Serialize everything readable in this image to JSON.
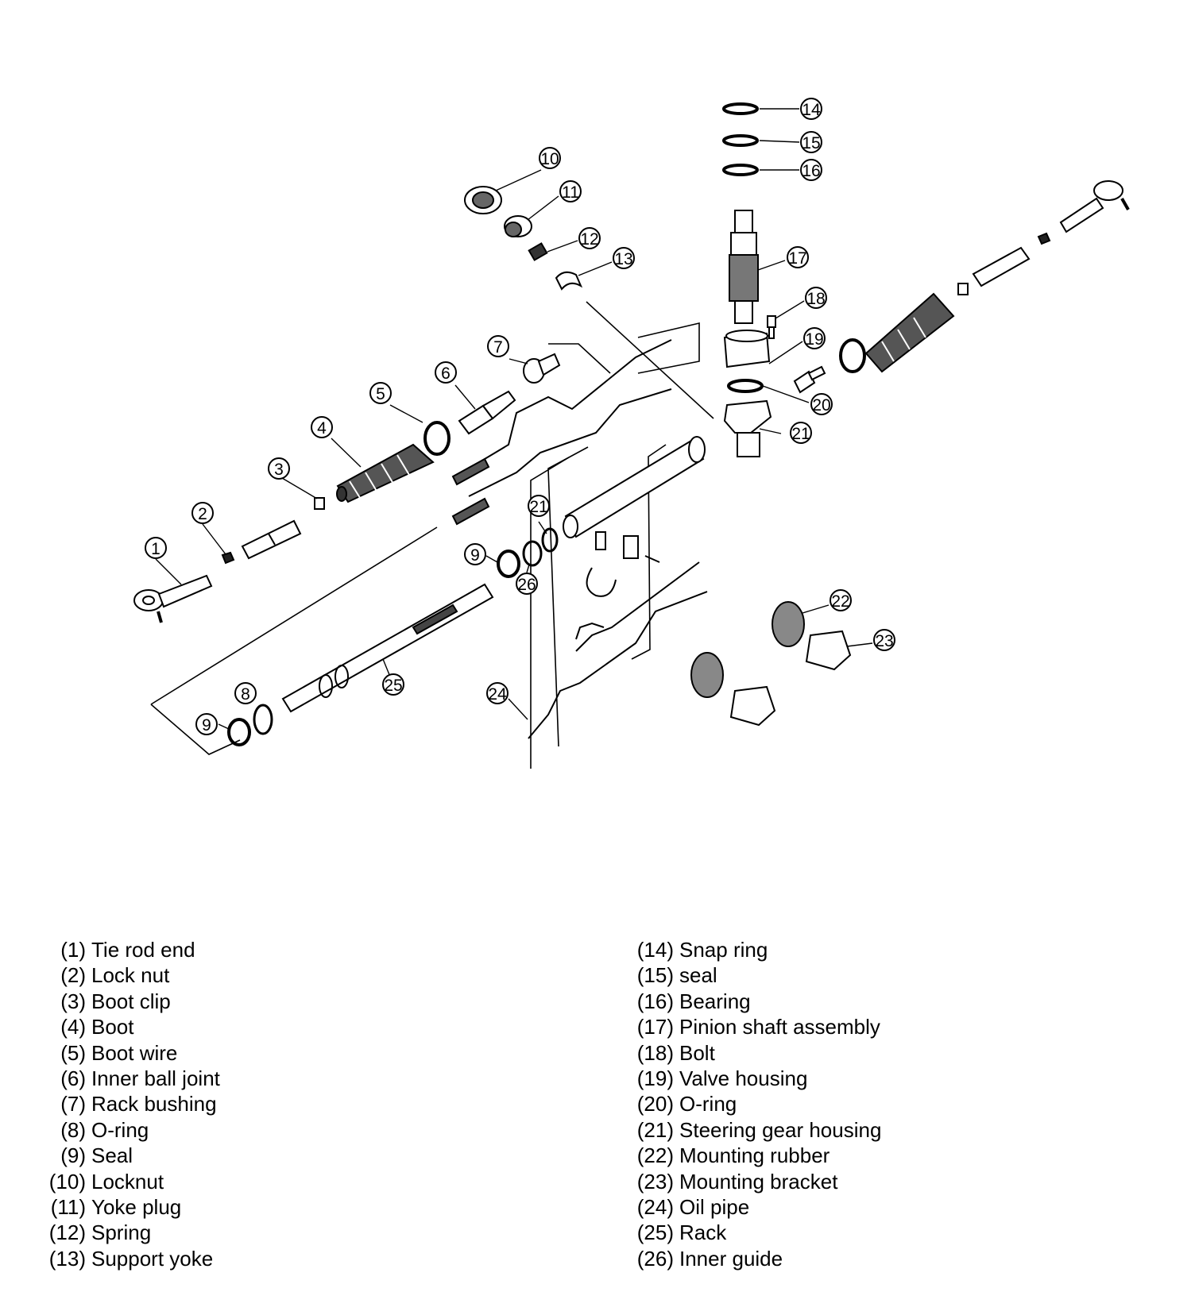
{
  "callouts": [
    "1",
    "2",
    "3",
    "4",
    "5",
    "6",
    "7",
    "8",
    "9",
    "10",
    "11",
    "12",
    "13",
    "14",
    "15",
    "16",
    "17",
    "18",
    "19",
    "20",
    "21",
    "22",
    "23",
    "24",
    "25",
    "26"
  ],
  "legend": {
    "left": [
      {
        "num": "(1)",
        "label": "Tie rod end"
      },
      {
        "num": "(2)",
        "label": "Lock nut"
      },
      {
        "num": "(3)",
        "label": "Boot clip"
      },
      {
        "num": "(4)",
        "label": "Boot"
      },
      {
        "num": "(5)",
        "label": "Boot wire"
      },
      {
        "num": "(6)",
        "label": "Inner ball joint"
      },
      {
        "num": "(7)",
        "label": "Rack bushing"
      },
      {
        "num": "(8)",
        "label": "O-ring"
      },
      {
        "num": "(9)",
        "label": "Seal"
      },
      {
        "num": "(10)",
        "label": "Locknut"
      },
      {
        "num": "(11)",
        "label": "Yoke plug"
      },
      {
        "num": "(12)",
        "label": "Spring"
      },
      {
        "num": "(13)",
        "label": "Support yoke"
      }
    ],
    "right": [
      {
        "num": "(14)",
        "label": "Snap ring"
      },
      {
        "num": "(15)",
        "label": "seal"
      },
      {
        "num": "(16)",
        "label": "Bearing"
      },
      {
        "num": "(17)",
        "label": "Pinion shaft assembly"
      },
      {
        "num": "(18)",
        "label": "Bolt"
      },
      {
        "num": "(19)",
        "label": "Valve housing"
      },
      {
        "num": "(20)",
        "label": "O-ring"
      },
      {
        "num": "(21)",
        "label": "Steering gear housing"
      },
      {
        "num": "(22)",
        "label": "Mounting rubber"
      },
      {
        "num": "(23)",
        "label": "Mounting bracket"
      },
      {
        "num": "(24)",
        "label": "Oil pipe"
      },
      {
        "num": "(25)",
        "label": "Rack"
      },
      {
        "num": "(26)",
        "label": "Inner guide"
      }
    ]
  }
}
